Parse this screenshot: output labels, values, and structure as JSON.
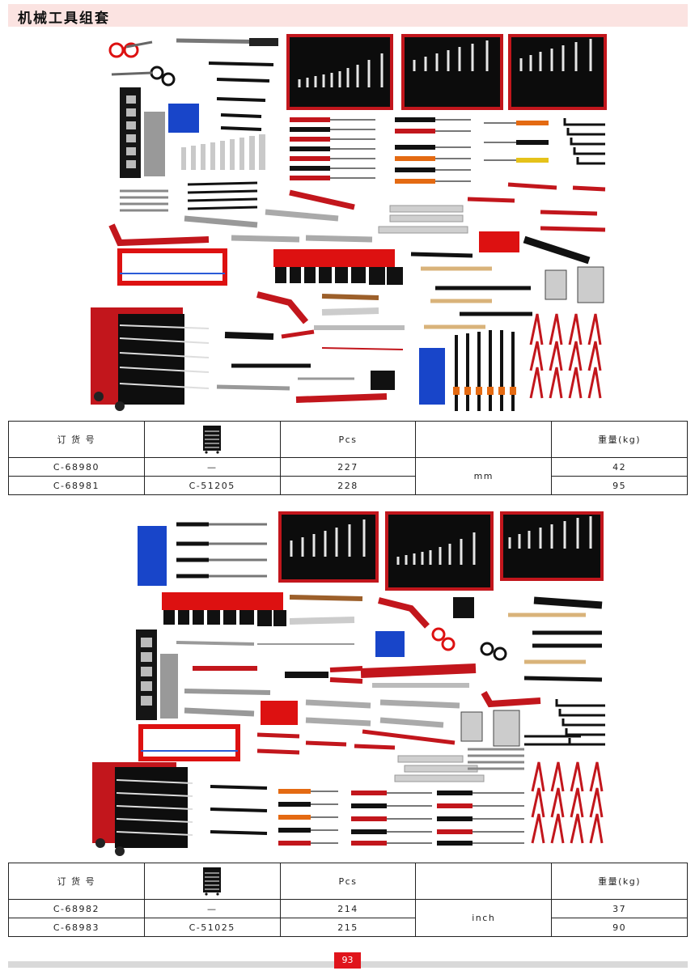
{
  "header": {
    "title": "机械工具组套"
  },
  "table1": {
    "headers": {
      "order_no": "订 货 号",
      "pcs": "Pcs",
      "weight": "重量(kg)"
    },
    "unit": "mm",
    "rows": [
      {
        "order_no": "C-68980",
        "cabinet": "—",
        "pcs": "227",
        "weight": "42"
      },
      {
        "order_no": "C-68981",
        "cabinet": "C-51205",
        "pcs": "228",
        "weight": "95"
      }
    ]
  },
  "table2": {
    "headers": {
      "order_no": "订 货 号",
      "pcs": "Pcs",
      "weight": "重量(kg)"
    },
    "unit": "inch",
    "rows": [
      {
        "order_no": "C-68982",
        "cabinet": "—",
        "pcs": "214",
        "weight": "37"
      },
      {
        "order_no": "C-68983",
        "cabinet": "C-51025",
        "pcs": "215",
        "weight": "90"
      }
    ]
  },
  "footer": {
    "page_number": "93"
  },
  "colors": {
    "accent": "#e0141b",
    "header_bg": "#fbe3e1",
    "wallet": "#0c0c0c",
    "cabinet": "#c2161c"
  }
}
